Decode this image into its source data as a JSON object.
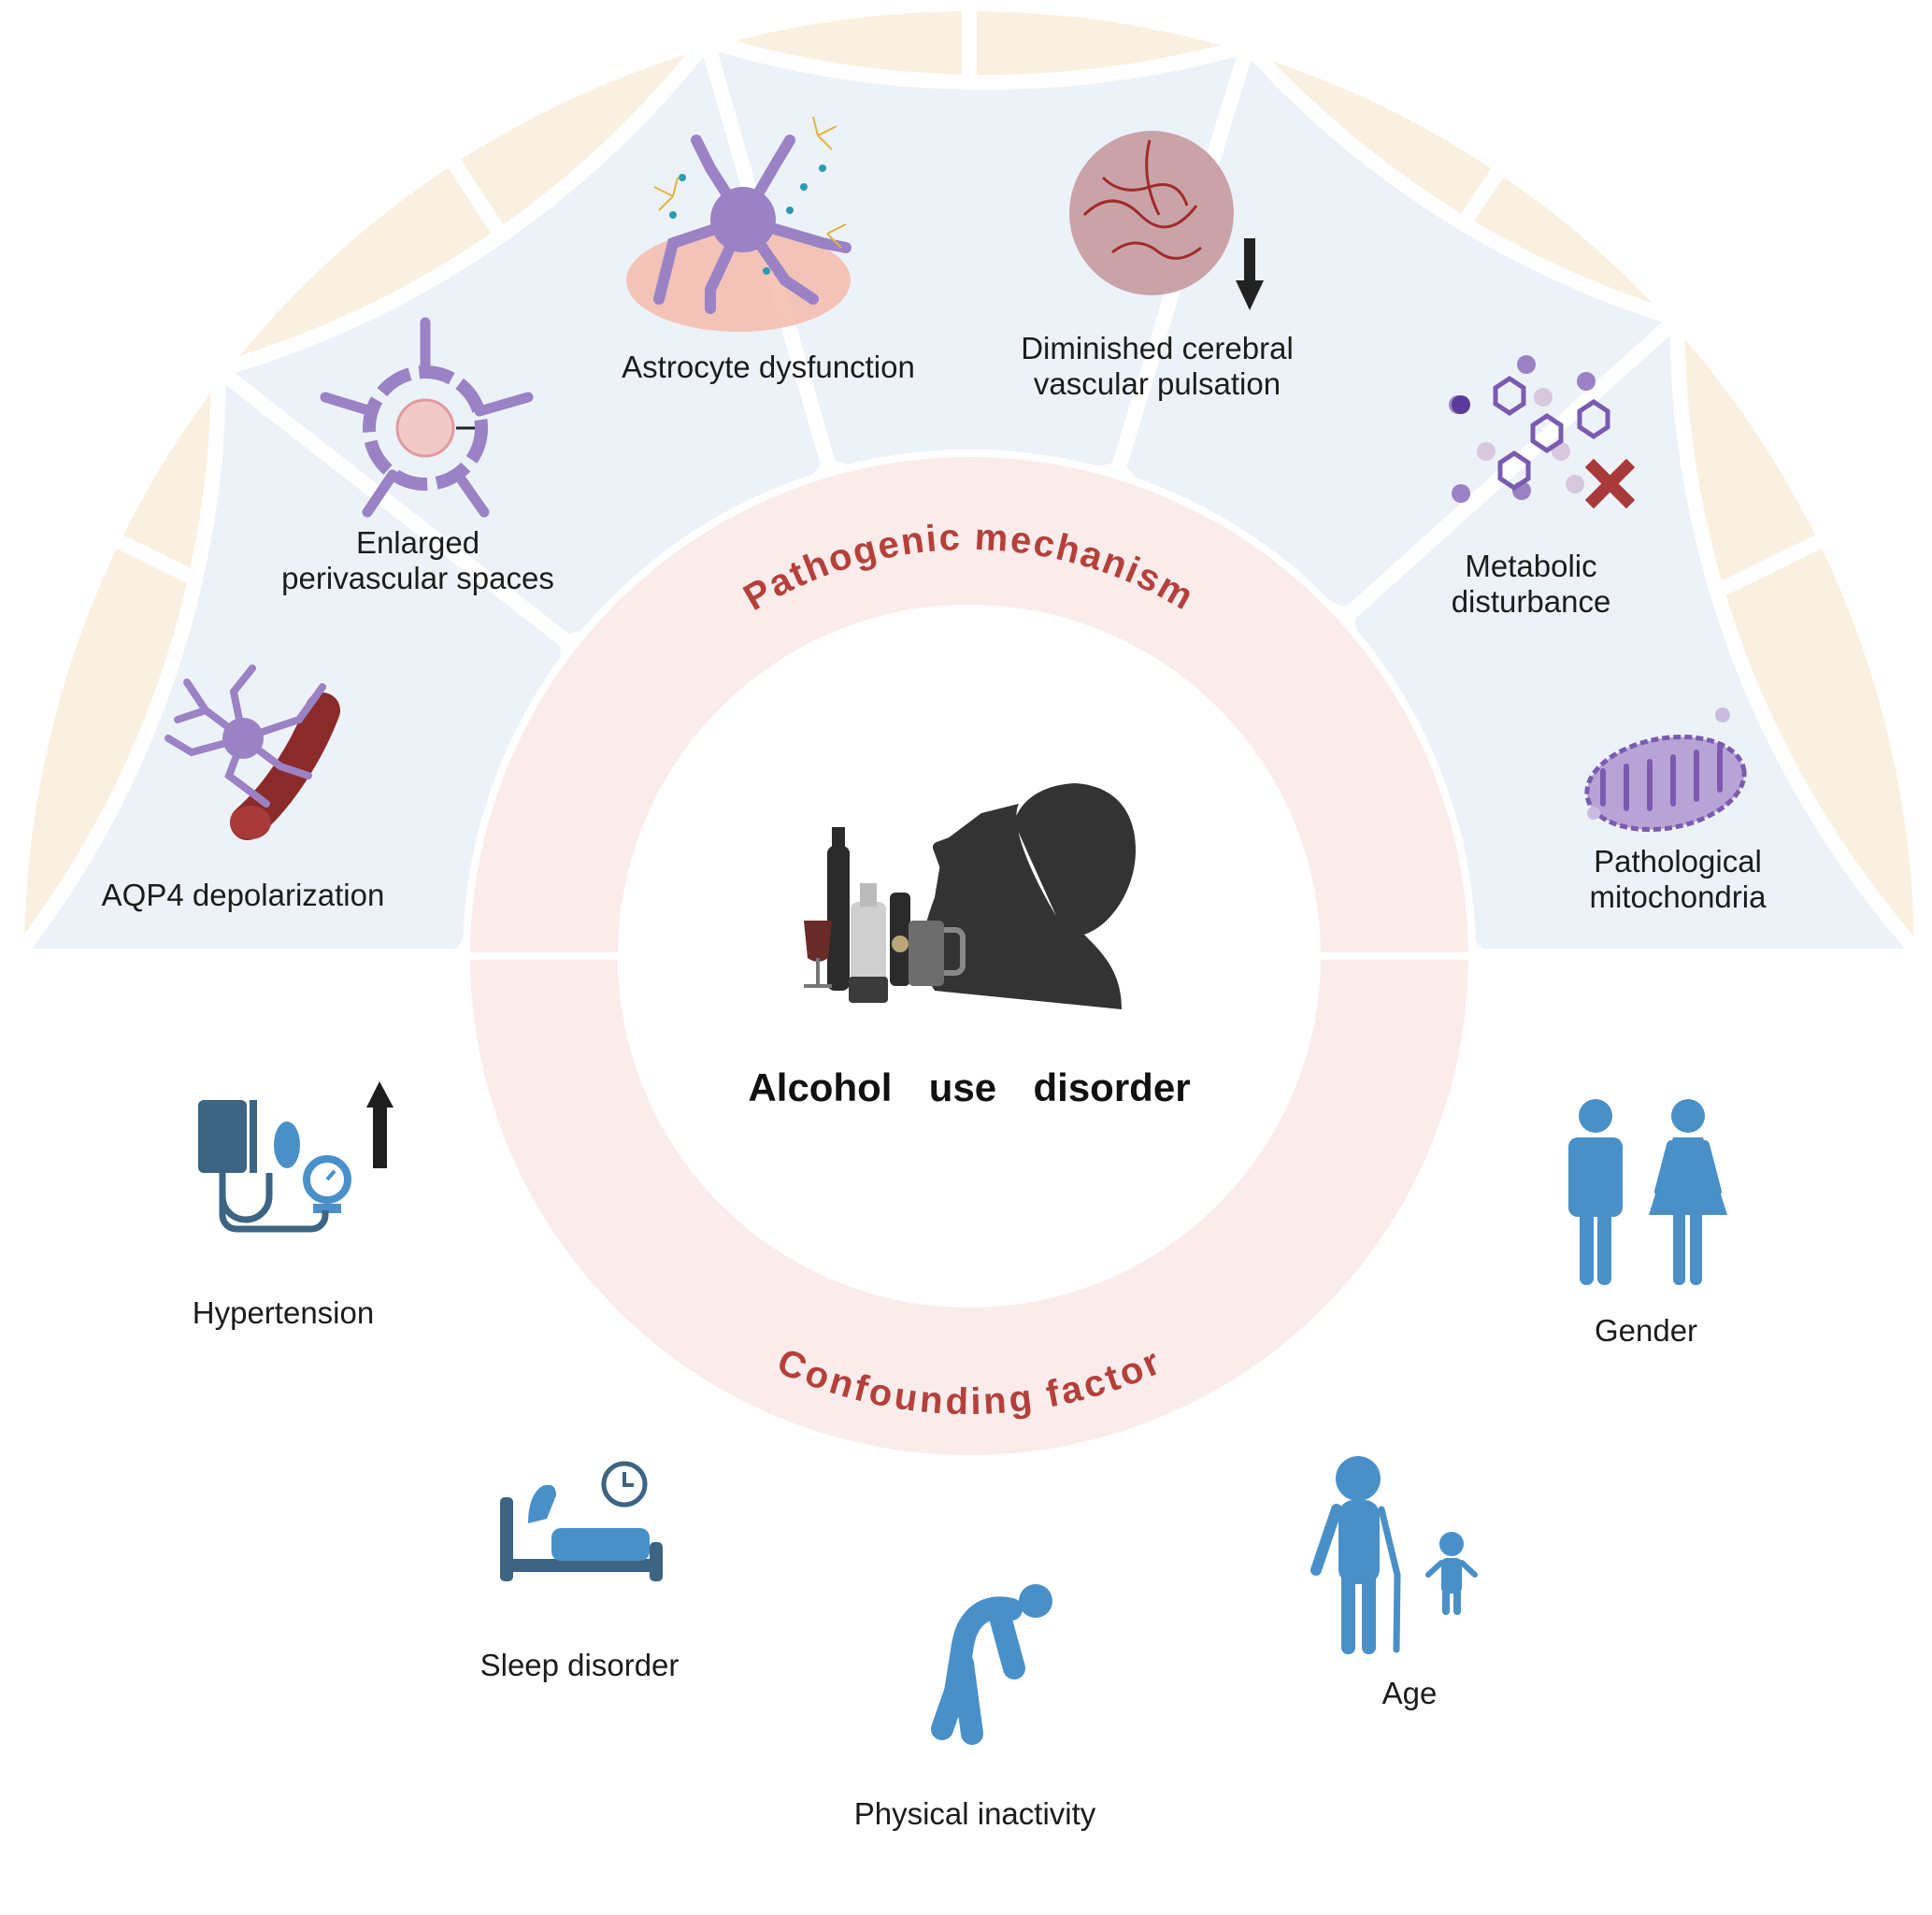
{
  "center": {
    "title": "Alcohol  use  disorder",
    "icon": "person-drinking-with-bottles-icon"
  },
  "ring": {
    "top_label": "Pathogenic mechanism",
    "bottom_label": "Confounding factor",
    "label_color": "#b5403a",
    "ring_color": "#fbecec"
  },
  "colors": {
    "mechanism_fill": "#faf0e1",
    "factor_fill": "#edf2f9",
    "purple": "#9a82c4",
    "blue": "#4a90c8",
    "dark_blue": "#3d6482"
  },
  "pathogenic_mechanisms": [
    {
      "label_lines": [
        "AQP4 depolarization"
      ],
      "icon": "astrocyte-blood-vessel-icon"
    },
    {
      "label_lines": [
        "Enlarged",
        "perivascular spaces"
      ],
      "icon": "perivascular-space-icon"
    },
    {
      "label_lines": [
        "Astrocyte dysfunction"
      ],
      "icon": "astrocyte-icon"
    },
    {
      "label_lines": [
        "Diminished cerebral",
        "vascular pulsation"
      ],
      "icon": "brain-down-arrow-icon"
    },
    {
      "label_lines": [
        "Metabolic",
        "disturbance"
      ],
      "icon": "molecules-x-icon"
    },
    {
      "label_lines": [
        "Pathological",
        "mitochondria"
      ],
      "icon": "mitochondria-icon"
    }
  ],
  "confounding_factors": [
    {
      "label_lines": [
        "Hypertension"
      ],
      "icon": "blood-pressure-up-icon"
    },
    {
      "label_lines": [
        "Sleep disorder"
      ],
      "icon": "bed-clock-icon"
    },
    {
      "label_lines": [
        "Physical inactivity"
      ],
      "icon": "hunched-person-icon"
    },
    {
      "label_lines": [
        "Age"
      ],
      "icon": "elder-child-icon"
    },
    {
      "label_lines": [
        "Gender"
      ],
      "icon": "man-woman-icon"
    }
  ]
}
